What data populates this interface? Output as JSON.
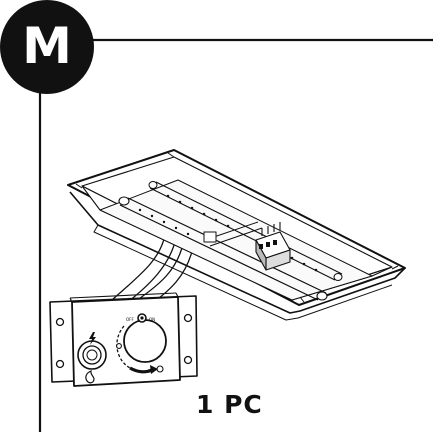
{
  "badge": {
    "letter": "M"
  },
  "quantity": {
    "label": "1 PC"
  },
  "control_panel": {
    "dial_label_left": "OFF",
    "dial_label_right": "ON"
  },
  "icons": [
    "burner-pan-icon",
    "control-panel-icon",
    "ignition-button-icon",
    "control-knob-icon",
    "flame-icon",
    "spark-icon",
    "direction-arrow-icon"
  ],
  "colors": {
    "ink": "#111111",
    "background": "#ffffff"
  }
}
